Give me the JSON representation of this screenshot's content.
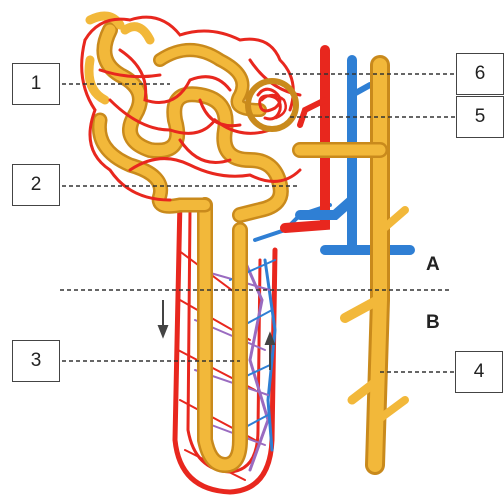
{
  "callouts": [
    "1",
    "2",
    "3",
    "4",
    "5",
    "6"
  ],
  "zones": [
    "A",
    "B"
  ],
  "colors": {
    "artery": "#e8271e",
    "vein": "#2f7fd4",
    "tubule": "#f2b83a",
    "tubule_shade": "#c98a1c",
    "capillary_mix": "#9a6bc0",
    "line": "#333333"
  }
}
